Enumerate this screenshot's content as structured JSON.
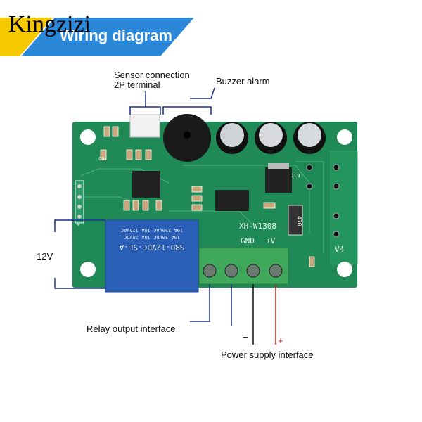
{
  "header": {
    "brand": "Kingzizi",
    "banner_title": "Wiring diagram"
  },
  "labels": {
    "sensor_line1": "Sensor connection",
    "sensor_line2": "2P terminal",
    "buzzer": "Buzzer alarm",
    "voltage": "12V",
    "relay_output": "Relay output interface",
    "power_supply": "Power supply interface",
    "minus": "−",
    "plus": "+"
  },
  "board": {
    "model": "XH-W1308",
    "gnd": "GND",
    "vplus": "+V",
    "u4": "V4",
    "ic3": "IC3",
    "relay_lines": [
      "SRD-12VDC-SL-A",
      "10A 30VDC 10A 28VDC",
      "10A 250VAC 10A 125VAC"
    ],
    "resistor": "470",
    "pin_plus": "+"
  },
  "colors": {
    "banner_blue": "#2b88d8",
    "banner_yellow": "#f5c800",
    "pcb_green": "#1f8a55",
    "relay_blue": "#2a5fb8",
    "terminal_green": "#3fa85a",
    "wire_blue": "#1c2f8f",
    "wire_red": "#c0281e"
  }
}
